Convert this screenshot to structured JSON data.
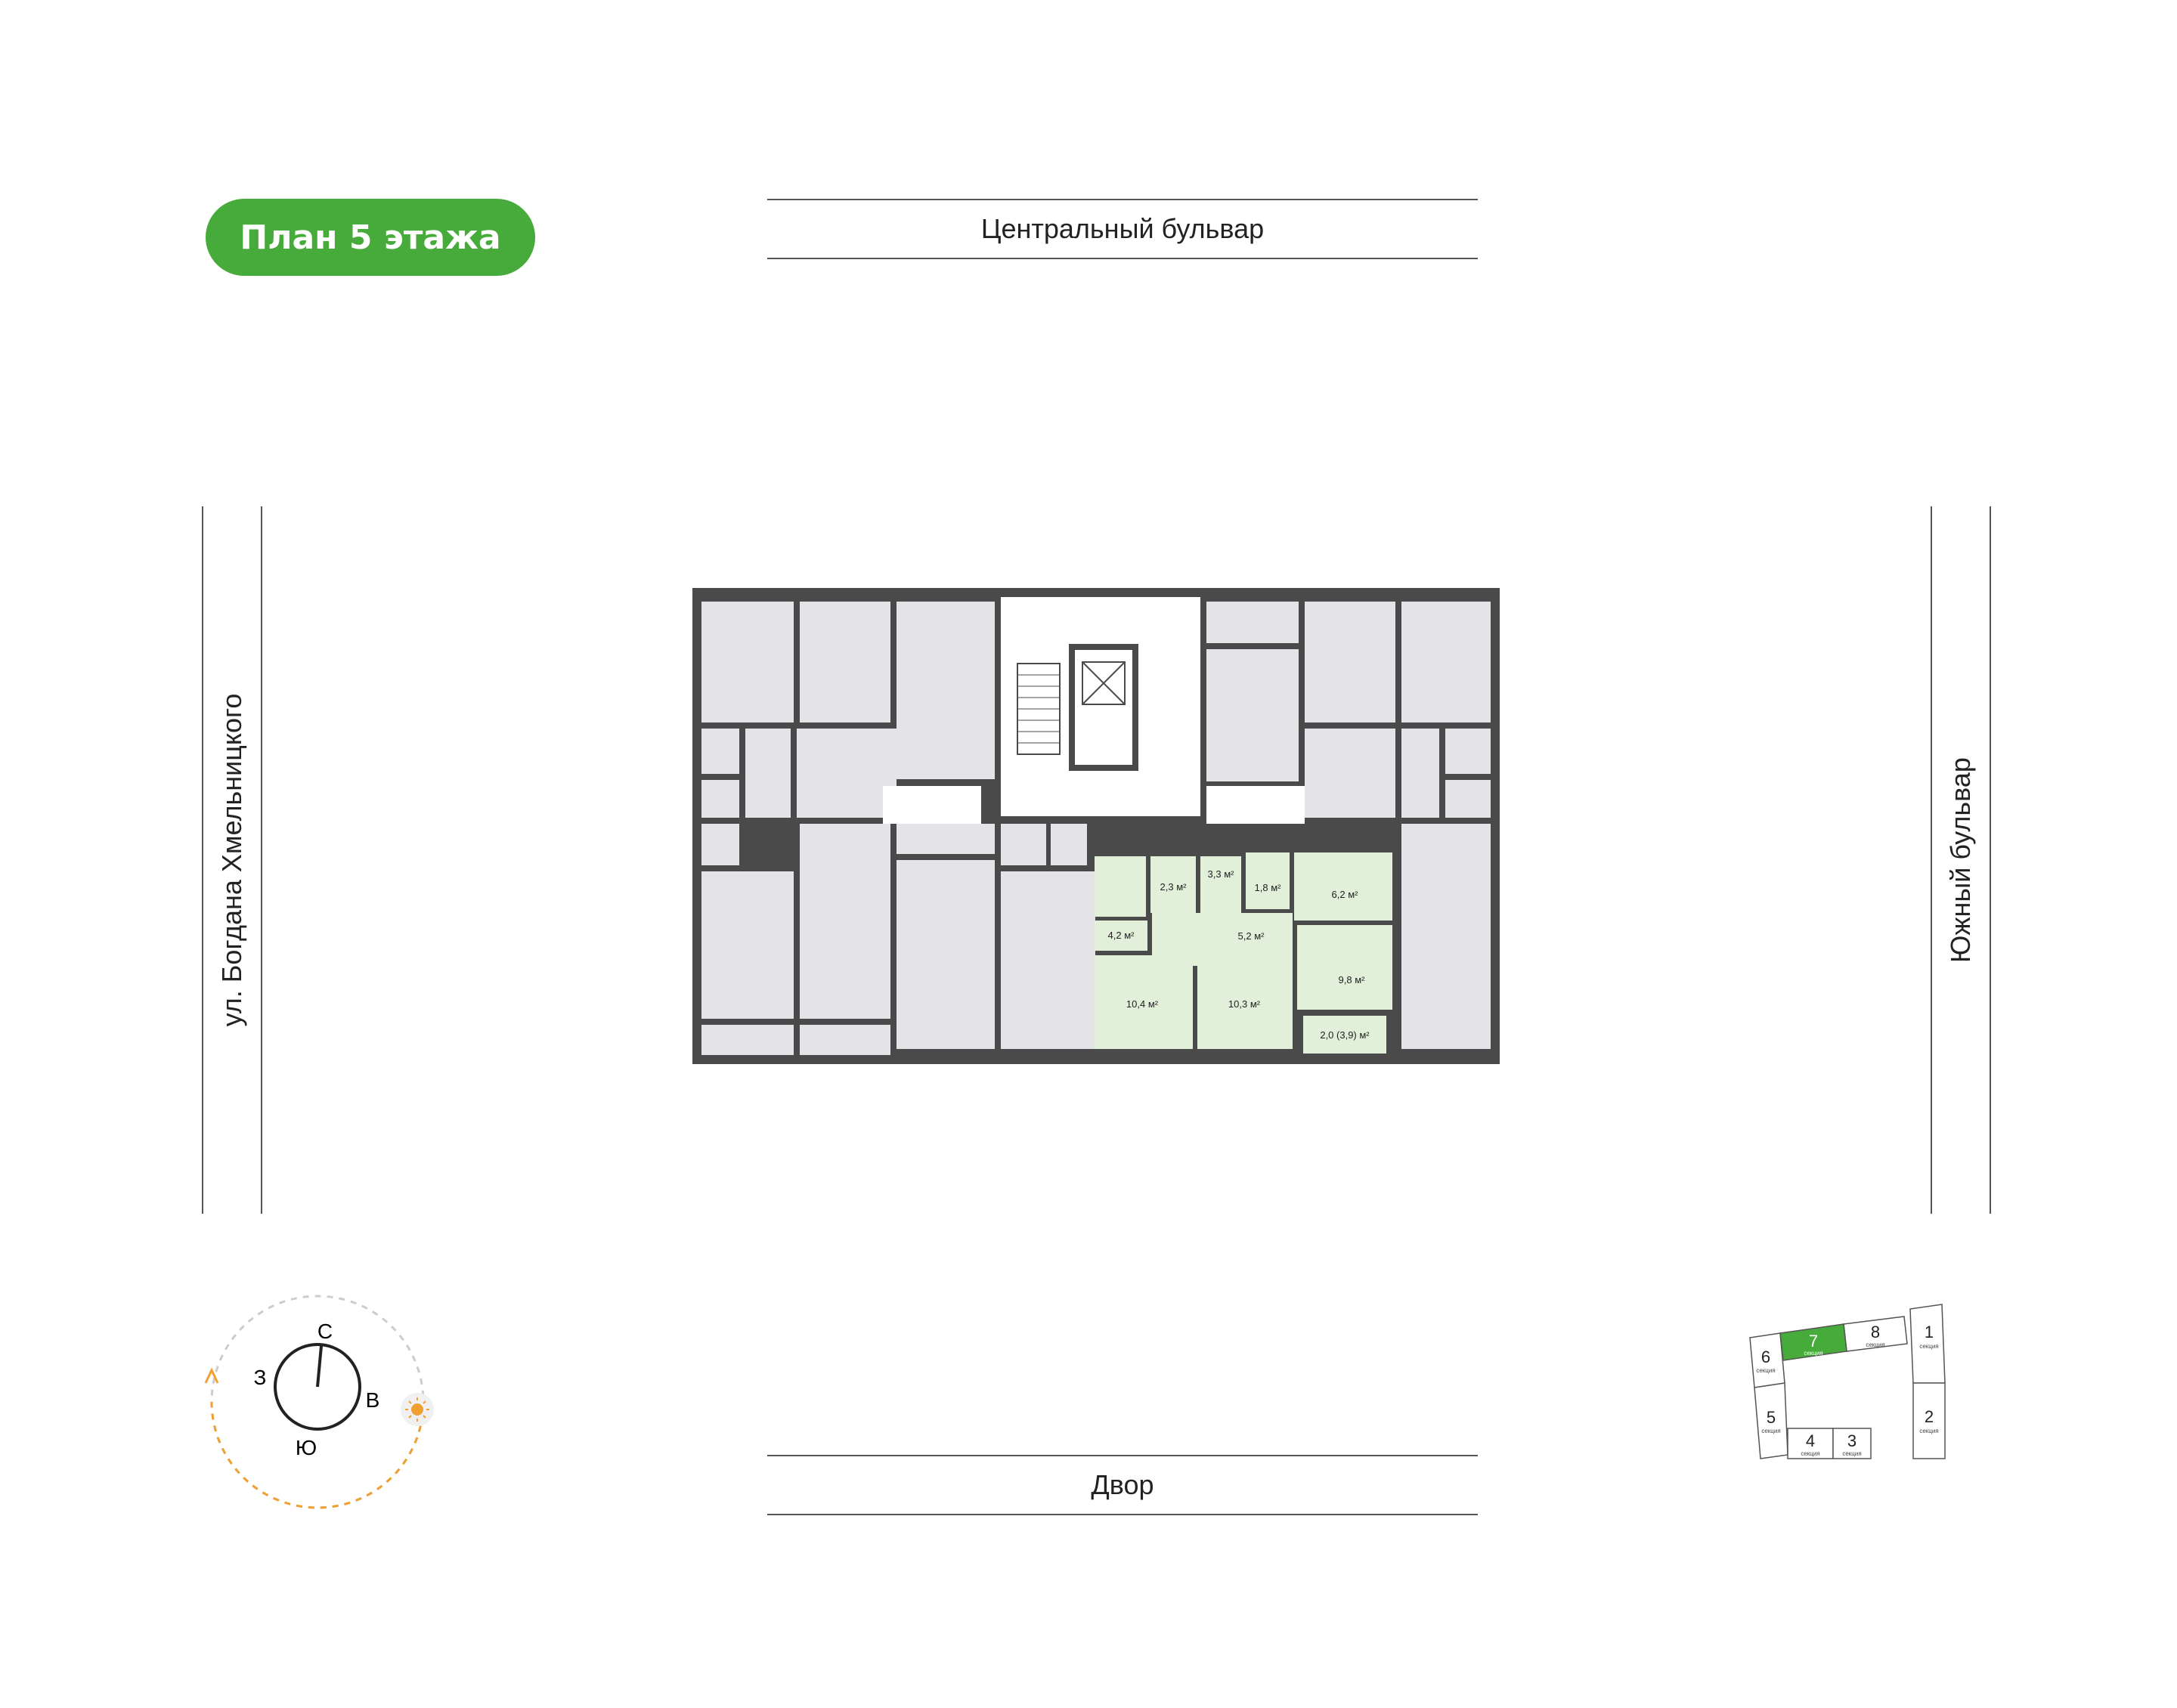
{
  "title": "План 5 этажа",
  "streets": {
    "top": "Центральный бульвар",
    "bottom": "Двор",
    "left": "ул. Богдана Хмельницкого",
    "right": "Южный бульвар"
  },
  "apartment_rooms": [
    {
      "id": "bath",
      "area": "2,3 м²"
    },
    {
      "id": "hall-small",
      "area": "3,3 м²"
    },
    {
      "id": "wc",
      "area": "1,8 м²"
    },
    {
      "id": "kitchen-niche",
      "area": "6,2 м²"
    },
    {
      "id": "wardrobe",
      "area": "4,2 м²"
    },
    {
      "id": "corridor",
      "area": "5,2 м²"
    },
    {
      "id": "bedroom-1",
      "area": "10,4 м²"
    },
    {
      "id": "bedroom-2",
      "area": "10,3 м²"
    },
    {
      "id": "living",
      "area": "9,8 м²"
    },
    {
      "id": "balcony",
      "area": "2,0 (3,9) м²"
    }
  ],
  "compass": {
    "north": "С",
    "south": "Ю",
    "west": "З",
    "east": "В",
    "sun_path_color": "#f0a030",
    "sun_icon": "sun-icon"
  },
  "key_map": {
    "section_word": "секция",
    "sections": [
      "1",
      "2",
      "3",
      "4",
      "5",
      "6",
      "7",
      "8"
    ],
    "highlighted_section": "7"
  },
  "colors": {
    "accent": "#46ab3a",
    "highlight_fill": "#e2efd9",
    "room_fill": "#e4e4e8",
    "wall": "#4a4a4a"
  }
}
